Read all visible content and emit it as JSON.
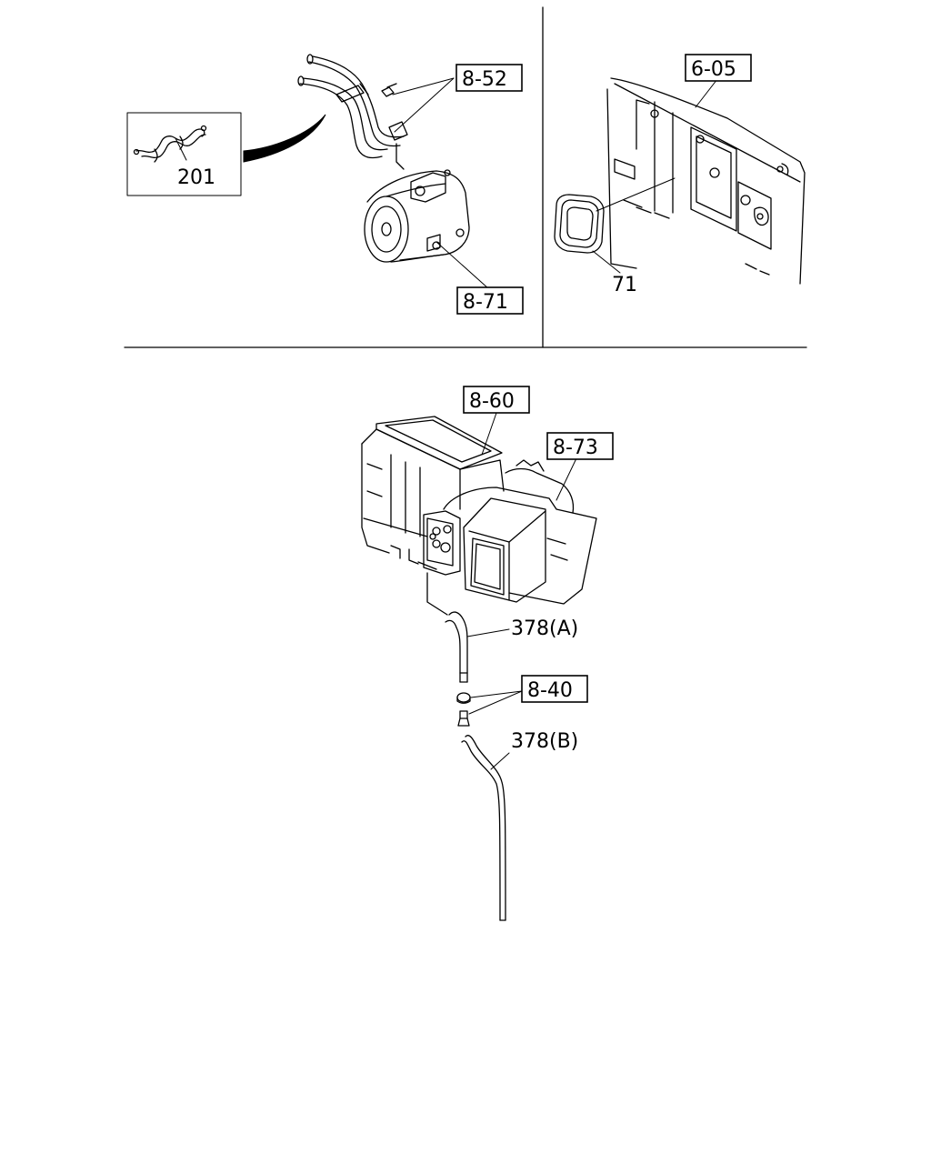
{
  "callouts": {
    "ref_8_52": "8-52",
    "ref_8_71": "8-71",
    "ref_6_05": "6-05",
    "ref_8_60": "8-60",
    "ref_8_73": "8-73",
    "ref_8_40": "8-40"
  },
  "parts": {
    "p201": "201",
    "p71": "71",
    "p378a": "378(A)",
    "p378b": "378(B)"
  }
}
